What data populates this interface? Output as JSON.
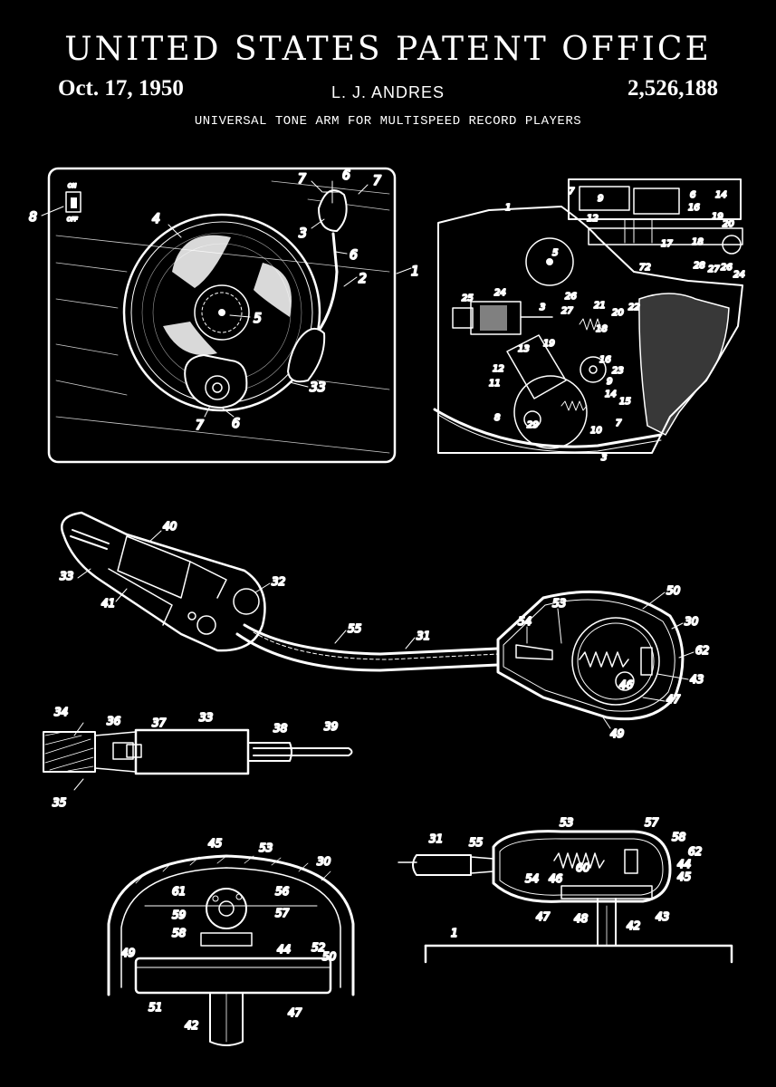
{
  "header": {
    "office": "UNITED STATES PATENT OFFICE",
    "date": "Oct. 17, 1950",
    "inventor": "L. J. ANDRES",
    "patent_number": "2,526,188",
    "title": "UNIVERSAL TONE ARM FOR MULTISPEED RECORD PLAYERS"
  },
  "fig1": {
    "switch_on": "ON",
    "switch_off": "OFF",
    "labels": [
      "8",
      "7",
      "6",
      "7",
      "4",
      "3",
      "6",
      "2",
      "1",
      "5",
      "33",
      "7",
      "6"
    ]
  },
  "fig2": {
    "labels": [
      "1",
      "7",
      "9",
      "6",
      "14",
      "16",
      "19",
      "20",
      "18",
      "17",
      "12",
      "28",
      "27",
      "26",
      "24",
      "72",
      "5",
      "25",
      "24",
      "26",
      "21",
      "20",
      "22",
      "3",
      "27",
      "18",
      "19",
      "13",
      "12",
      "11",
      "16",
      "23",
      "9",
      "14",
      "15",
      "8",
      "29",
      "10",
      "7",
      "3"
    ]
  },
  "fig3": {
    "labels": [
      "40",
      "33",
      "41",
      "32",
      "55",
      "31",
      "53",
      "54",
      "50",
      "30",
      "62",
      "43",
      "46",
      "47",
      "49"
    ]
  },
  "fig4": {
    "labels": [
      "34",
      "36",
      "37",
      "33",
      "38",
      "39",
      "35"
    ]
  },
  "fig5": {
    "labels": [
      "45",
      "53",
      "30",
      "61",
      "56",
      "59",
      "57",
      "58",
      "44",
      "52",
      "49",
      "50",
      "51",
      "47",
      "42"
    ]
  },
  "fig6": {
    "labels": [
      "31",
      "55",
      "53",
      "57",
      "58",
      "62",
      "44",
      "45",
      "54",
      "60",
      "46",
      "47",
      "48",
      "43",
      "42",
      "1"
    ]
  },
  "colors": {
    "background": "#000000",
    "ink": "#ffffff"
  }
}
